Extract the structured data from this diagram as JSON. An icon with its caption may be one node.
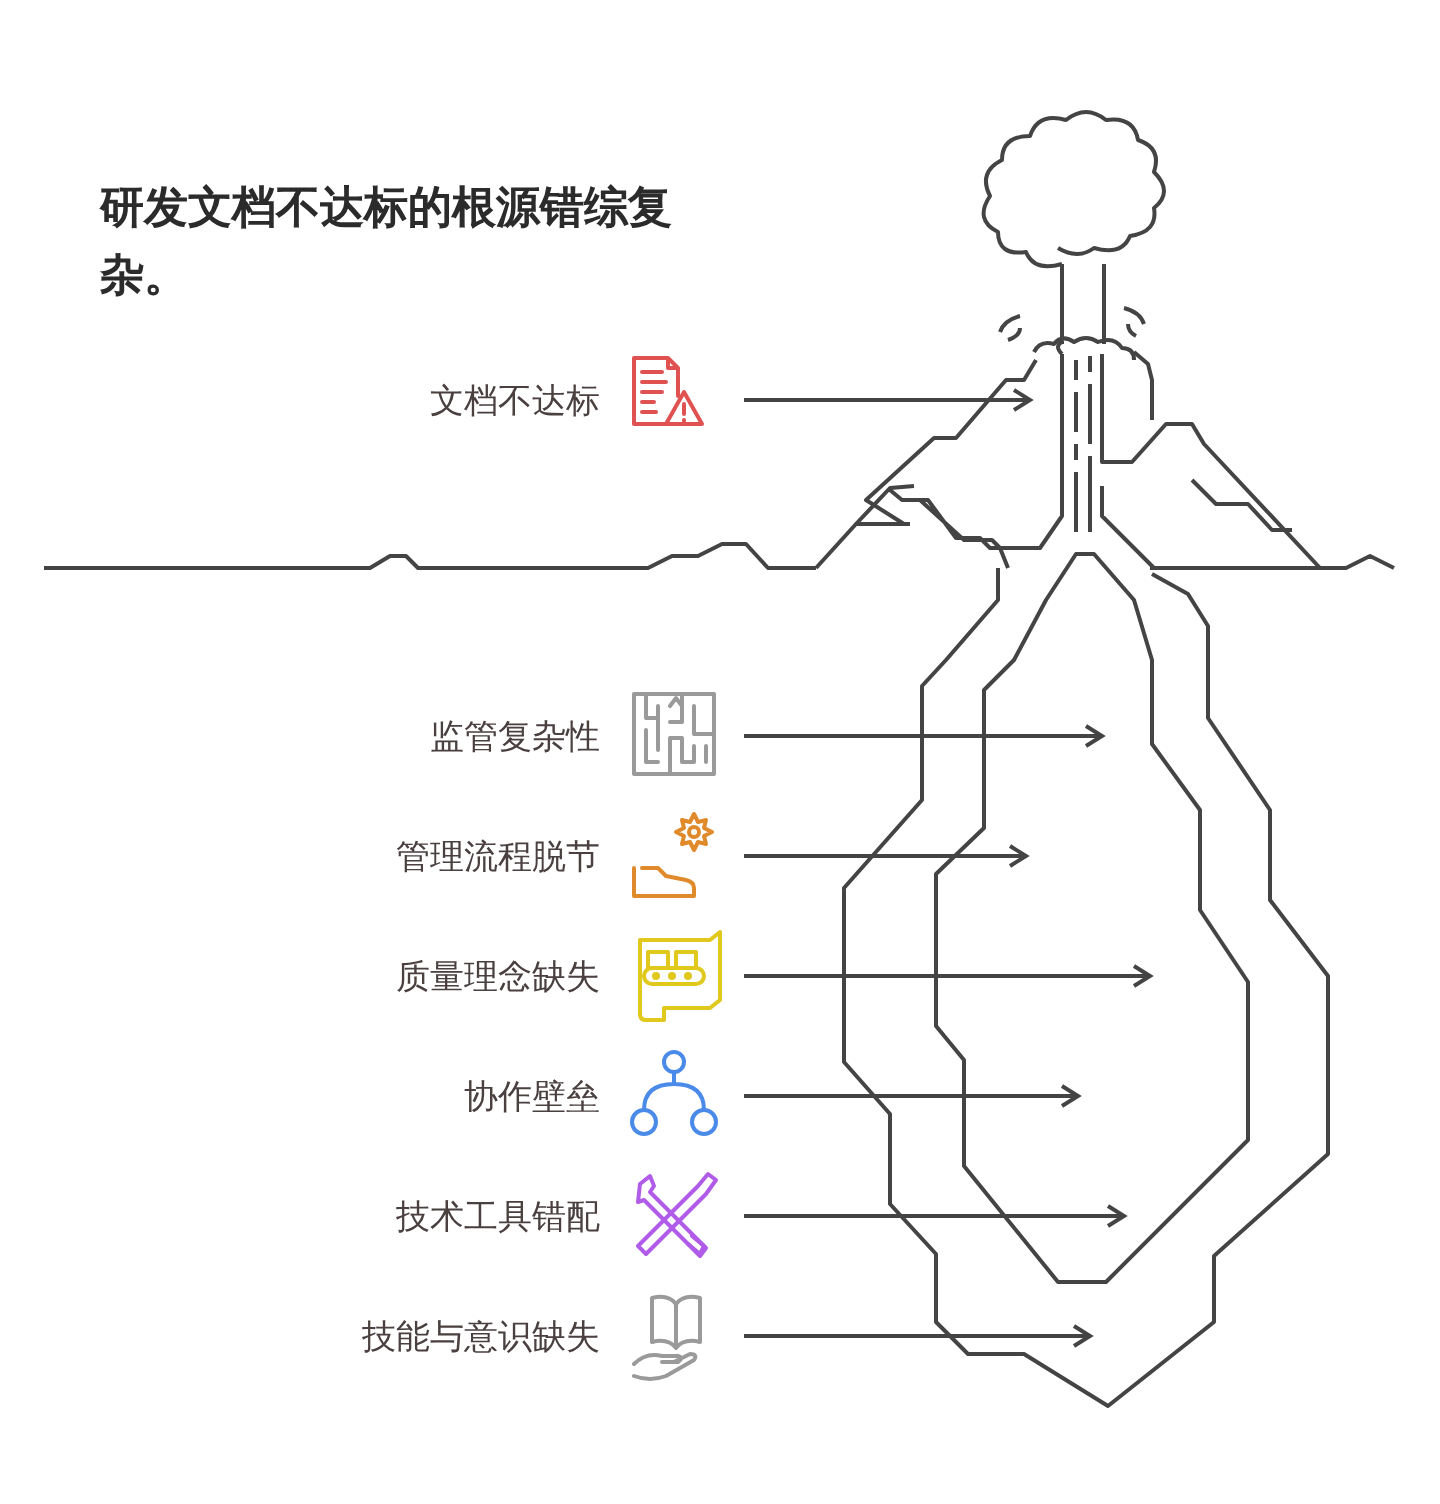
{
  "diagram": {
    "title": "研发文档不达标的根源错综复杂。",
    "nodes": [
      {
        "text": [
          "文档不达标"
        ]
      },
      {
        "text": [
          "监管复杂性"
        ]
      },
      {
        "text": [
          "管理流程脱节"
        ]
      },
      {
        "text": [
          "质量理念缺失"
        ]
      },
      {
        "text": [
          "协作壁垒"
        ]
      },
      {
        "text": [
          "技术工具错配"
        ]
      },
      {
        "text": [
          "技能与意识缺失"
        ]
      }
    ],
    "edges": [
      {
        "from": 0,
        "to": null,
        "arrow": "to"
      },
      {
        "from": 1,
        "to": null,
        "arrow": "to"
      },
      {
        "from": 2,
        "to": null,
        "arrow": "to"
      },
      {
        "from": 3,
        "to": null,
        "arrow": "to"
      },
      {
        "from": 4,
        "to": null,
        "arrow": "to"
      },
      {
        "from": 5,
        "to": null,
        "arrow": "to"
      },
      {
        "from": 6,
        "to": null,
        "arrow": "to"
      }
    ]
  }
}
